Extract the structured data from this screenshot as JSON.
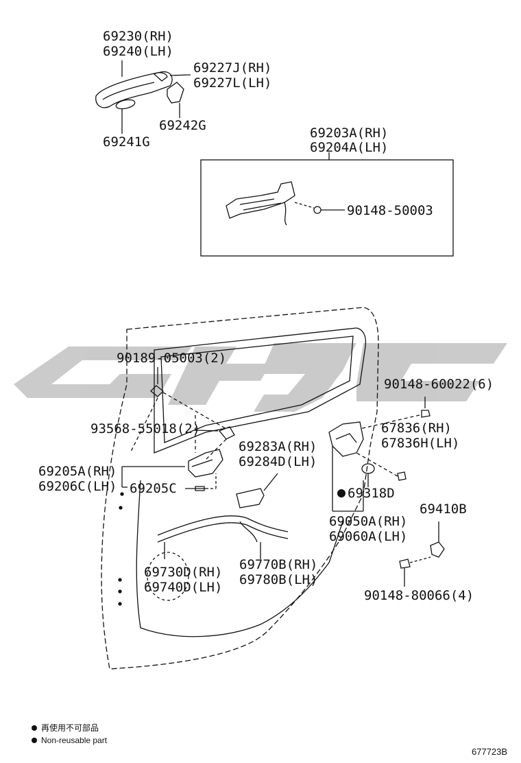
{
  "parts": {
    "p69230": "69230(RH)",
    "p69240": "69240(LH)",
    "p69227J": "69227J(RH)",
    "p69227L": "69227L(LH)",
    "p69242G": "69242G",
    "p69241G": "69241G",
    "p69203A": "69203A(RH)",
    "p69204A": "69204A(LH)",
    "p90148_50003": "90148-50003",
    "p90189": "90189-05003(2)",
    "p90148_60022": "90148-60022(6)",
    "p93568": "93568-55018(2)",
    "p67836": "67836(RH)",
    "p67836H": "67836H(LH)",
    "p69283A": "69283A(RH)",
    "p69284D": "69284D(LH)",
    "p69205A": "69205A(RH)",
    "p69206C": "69206C(LH)",
    "p69205C": "69205C",
    "p69318D": "69318D",
    "p69410B": "69410B",
    "p69050A": "69050A(RH)",
    "p69060A": "69060A(LH)",
    "p69730D": "69730D(RH)",
    "p69740D": "69740D(LH)",
    "p69770B": "69770B(RH)",
    "p69780B": "69780B(LH)",
    "p90148_80066": "90148-80066(4)"
  },
  "legend": {
    "line_jp": "再使用不可部品",
    "line_en": "Non-reusable part"
  },
  "diagram_code": "677723B"
}
